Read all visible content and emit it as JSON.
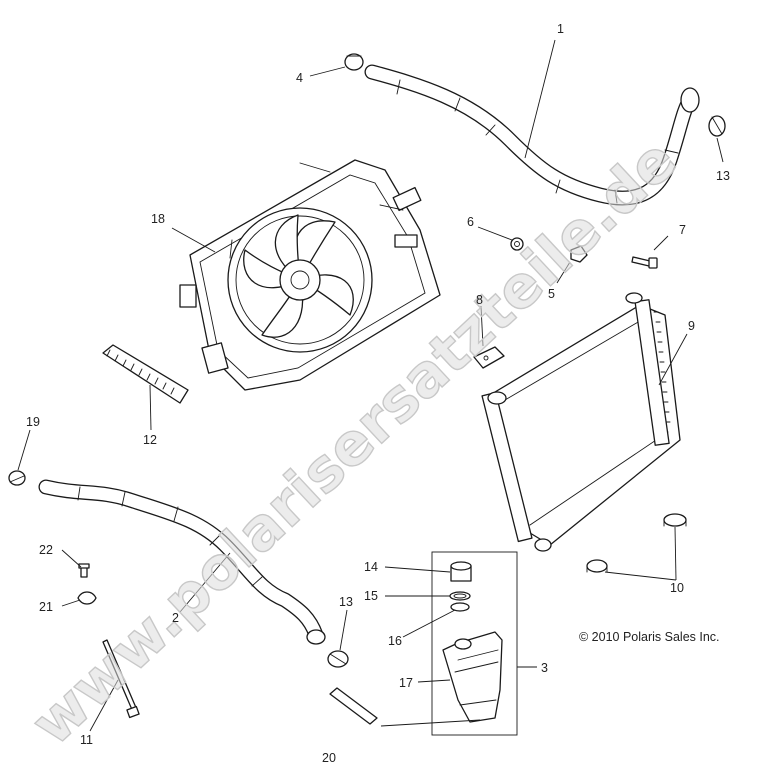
{
  "diagram": {
    "watermark": "www.polarisersatzteile.de",
    "copyright": "© 2010 Polaris Sales Inc.",
    "callouts": {
      "c1": "1",
      "c2": "2",
      "c3": "3",
      "c4": "4",
      "c5": "5",
      "c6": "6",
      "c7": "7",
      "c8": "8",
      "c9": "9",
      "c10": "10",
      "c11": "11",
      "c12": "12",
      "c13a": "13",
      "c13b": "13",
      "c14": "14",
      "c15": "15",
      "c16": "16",
      "c17": "17",
      "c18": "18",
      "c19": "19",
      "c20": "20",
      "c21": "21",
      "c22": "22"
    }
  }
}
